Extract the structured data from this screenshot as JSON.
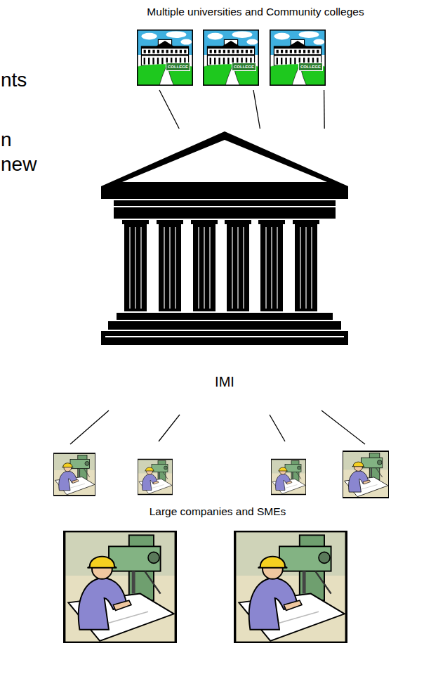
{
  "diagram": {
    "nodes": [
      {
        "text": [
          "COLLEGE"
        ]
      },
      {
        "text": [
          "COLLEGE"
        ]
      },
      {
        "text": [
          "COLLEGE"
        ]
      },
      {
        "text": [
          "IMI"
        ]
      }
    ],
    "edges": [
      {
        "from": 0,
        "to": 3,
        "arrow": "none"
      },
      {
        "from": 1,
        "to": 3,
        "arrow": "none"
      },
      {
        "from": 2,
        "to": 3,
        "arrow": "none"
      }
    ],
    "labels": [
      "Multiple universities and Community colleges",
      "nts",
      "n",
      "new",
      "Large companies and SMEs"
    ]
  }
}
